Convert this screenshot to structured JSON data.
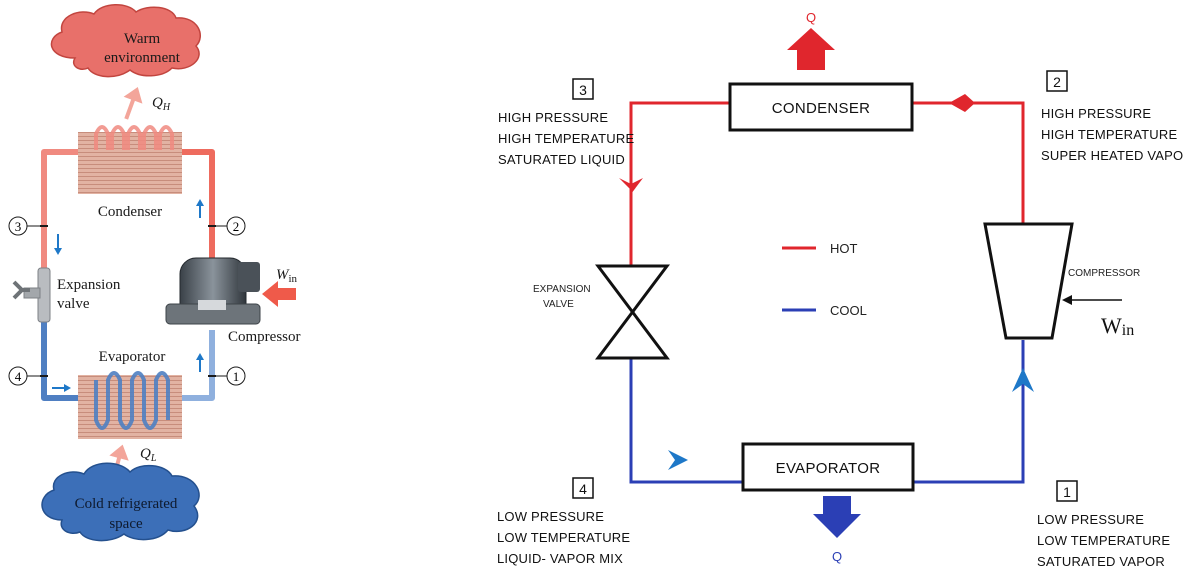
{
  "left_diagram": {
    "warm_cloud": [
      "Warm",
      "environment"
    ],
    "cold_cloud": [
      "Cold refrigerated",
      "space"
    ],
    "q_h": "Q",
    "q_h_sub": "H",
    "q_l": "Q",
    "q_l_sub": "L",
    "w_in": "W",
    "w_in_sub": "in",
    "condenser": "Condenser",
    "evaporator": "Evaporator",
    "compressor": "Compressor",
    "expansion_valve": [
      "Expansion",
      "valve"
    ],
    "state_numbers": [
      "1",
      "2",
      "3",
      "4"
    ]
  },
  "right_diagram": {
    "q_top": "Q",
    "q_bottom": "Q",
    "condenser": "CONDENSER",
    "evaporator": "EVAPORATOR",
    "compressor": "COMPRESSOR",
    "expansion_valve": [
      "EXPANSION",
      "VALVE"
    ],
    "w_in": "W",
    "w_in_sub": "in",
    "legend": {
      "hot": "HOT",
      "cool": "COOL"
    },
    "states": {
      "s1": {
        "num": "1",
        "lines": [
          "LOW PRESSURE",
          "LOW TEMPERATURE",
          "SATURATED VAPOR"
        ]
      },
      "s2": {
        "num": "2",
        "lines": [
          "HIGH PRESSURE",
          "HIGH TEMPERATURE",
          "SUPER HEATED VAPOR"
        ]
      },
      "s3": {
        "num": "3",
        "lines": [
          "HIGH PRESSURE",
          "HIGH TEMPERATURE",
          "SATURATED LIQUID"
        ]
      },
      "s4": {
        "num": "4",
        "lines": [
          "LOW PRESSURE",
          "LOW TEMPERATURE",
          "LIQUID- VAPOR MIX"
        ]
      }
    }
  },
  "colors": {
    "hot": "#e0262d",
    "cool": "#2b3fb5",
    "pipe_hot": "#f08a80",
    "pipe_cold": "#4f7fc2",
    "warm_cloud": "#e8706a",
    "cold_cloud": "#3c6fb8",
    "arrow_blue": "#1e78c8"
  }
}
